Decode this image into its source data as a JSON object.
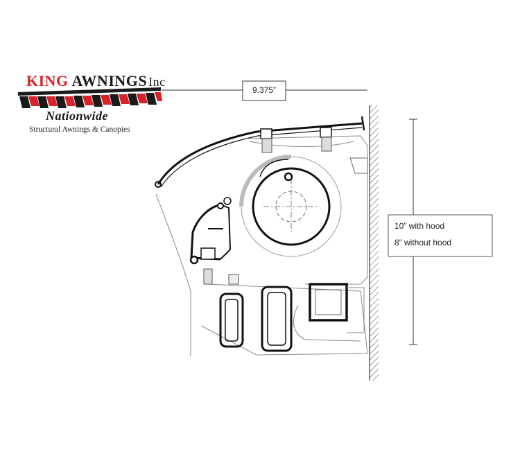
{
  "logo": {
    "brand_king": "KING",
    "brand_awnings": "AWNINGS",
    "brand_inc": "Inc",
    "nationwide": "Nationwide",
    "tagline": "Structural Awnings & Canopies",
    "colors": {
      "red": "#d8232a",
      "black": "#1a1a1a"
    }
  },
  "dimensions": {
    "width_label": "9.375”",
    "height_with_hood": "10” with hood",
    "height_without_hood": "8” without hood"
  }
}
